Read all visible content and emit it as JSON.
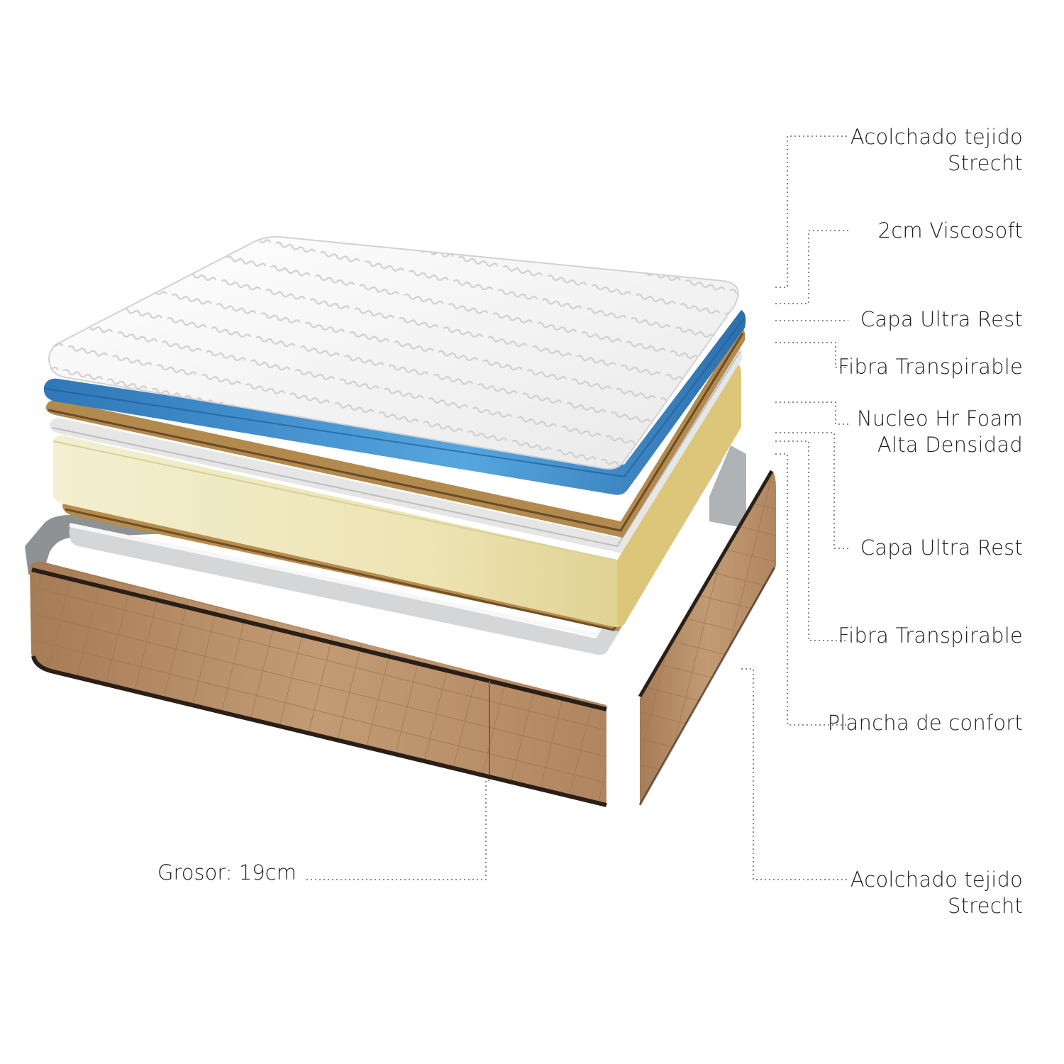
{
  "colors": {
    "cover_white": "#f4f4f4",
    "visco_blue": "#3d86c6",
    "fiber_brown": "#8a6a44",
    "ultra_rest_white": "#ebebeb",
    "core_yellow": "#e6dca0",
    "side_fabric": "#b88f68",
    "dotted_line": "#8a8a8a",
    "text": "#222222"
  },
  "callouts": [
    {
      "id": "top-cover",
      "lines": [
        "Acolchado tejido",
        "Strecht"
      ]
    },
    {
      "id": "viscosoft",
      "lines": [
        "2cm Viscosoft"
      ]
    },
    {
      "id": "ultra-rest-top",
      "lines": [
        "Capa Ultra Rest"
      ]
    },
    {
      "id": "fiber-top",
      "lines": [
        "Fibra Transpirable"
      ]
    },
    {
      "id": "core",
      "lines": [
        "Nucleo Hr Foam",
        "Alta Densidad"
      ]
    },
    {
      "id": "ultra-rest-bottom",
      "lines": [
        "Capa Ultra Rest"
      ]
    },
    {
      "id": "fiber-bottom",
      "lines": [
        "Fibra Transpirable"
      ]
    },
    {
      "id": "comfort-plate",
      "lines": [
        "Plancha de confort"
      ]
    },
    {
      "id": "side-cover",
      "lines": [
        "Acolchado tejido",
        "Strecht"
      ]
    }
  ],
  "thickness": {
    "text": "Grosor: 19cm"
  }
}
